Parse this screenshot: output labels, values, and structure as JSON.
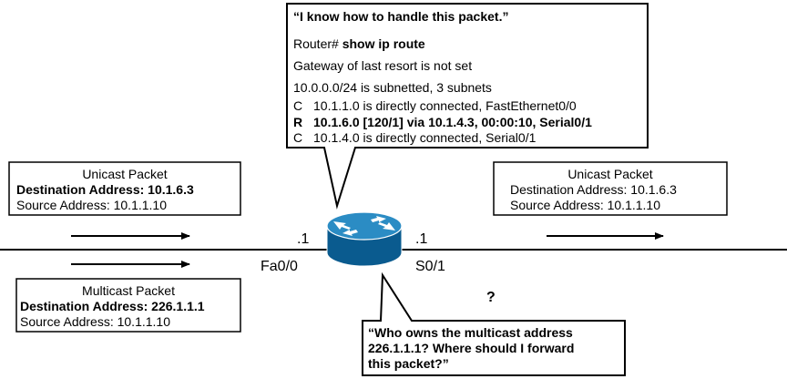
{
  "top_callout": {
    "quote": "“I know how to handle this packet.”",
    "prompt": "Router#",
    "command": "show ip route",
    "gateway": "Gateway of last resort is not set",
    "subnet_summary": "10.0.0.0/24 is subnetted, 3 subnets",
    "routes": [
      {
        "code": "C",
        "text": "10.1.1.0 is directly connected, FastEthernet0/0"
      },
      {
        "code": "R",
        "text": "10.1.6.0 [120/1] via 10.1.4.3, 00:00:10, Serial0/1"
      },
      {
        "code": "C",
        "text": "10.1.4.0 is directly connected, Serial0/1"
      }
    ]
  },
  "unicast_in": {
    "title": "Unicast Packet",
    "dest_label": "Destination Address:",
    "dest_value": "10.1.6.3",
    "src": "Source Address: 10.1.1.10"
  },
  "unicast_out": {
    "title": "Unicast Packet",
    "dest": "Destination Address: 10.1.6.3",
    "src": "Source Address: 10.1.1.10"
  },
  "multicast_in": {
    "title": "Multicast Packet",
    "dest_label": "Destination Address:",
    "dest_value": "226.1.1.1",
    "src": "Source Address: 10.1.1.10"
  },
  "router": {
    "left_ip": ".1",
    "right_ip": ".1",
    "left_interface": "Fa0/0",
    "right_interface": "S0/1"
  },
  "question_mark": "?",
  "bottom_callout": {
    "lines": [
      "“Who owns the multicast address",
      "226.1.1.1? Where should I forward",
      "this packet?”"
    ]
  },
  "colors": {
    "router_top": "#2b8cc4",
    "router_side": "#0a5b8f",
    "arrow": "#000000"
  }
}
